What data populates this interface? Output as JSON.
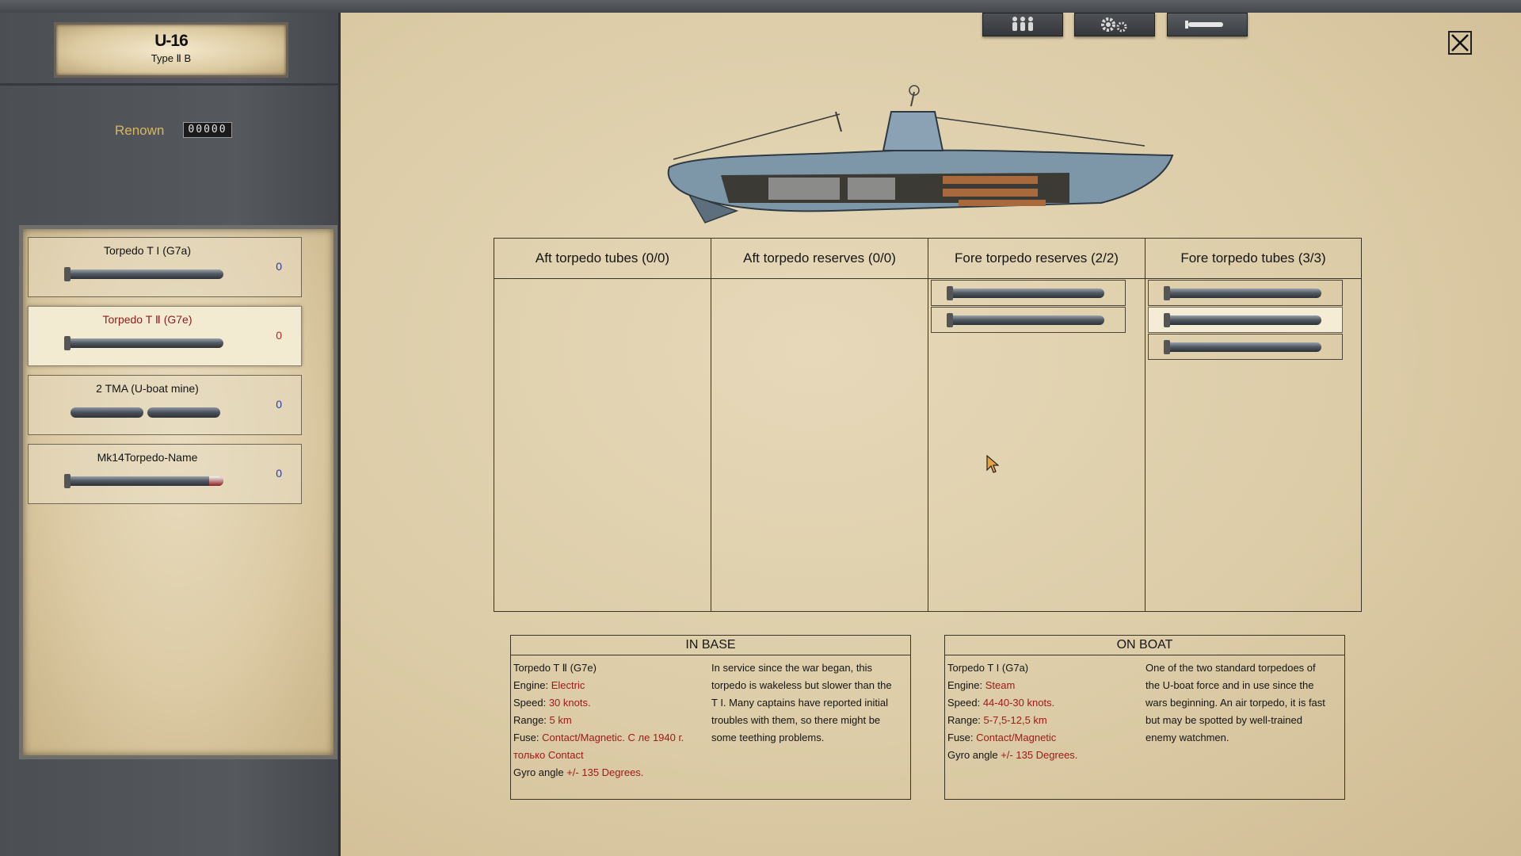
{
  "boat": {
    "name": "U-16",
    "type": "Type Ⅱ B"
  },
  "renown": {
    "label": "Renown",
    "value": "00000"
  },
  "inventory": [
    {
      "name": "Torpedo T I (G7a)",
      "count": "0",
      "graphic": "torpedo"
    },
    {
      "name": "Torpedo T Ⅱ (G7e)",
      "count": "0",
      "graphic": "torpedo",
      "selected": true
    },
    {
      "name": "2 TMA (U-boat mine)",
      "count": "0",
      "graphic": "mine"
    },
    {
      "name": "Mk14Torpedo-Name",
      "count": "0",
      "graphic": "torpedo-red-tip"
    }
  ],
  "tabs": [
    {
      "name": "crew-tab",
      "icon": "crew-icon"
    },
    {
      "name": "modules-tab",
      "icon": "gears-icon"
    },
    {
      "name": "torpedoes-tab",
      "icon": "torpedo-icon",
      "active": true
    }
  ],
  "close_icon": "close-icon",
  "loadout": {
    "columns": [
      {
        "title": "Aft torpedo tubes (0/0)",
        "slots": 0
      },
      {
        "title": "Aft torpedo reserves (0/0)",
        "slots": 0
      },
      {
        "title": "Fore torpedo reserves (2/2)",
        "slots": 2
      },
      {
        "title": "Fore torpedo tubes (3/3)",
        "slots": 3,
        "selected_slot": 1
      }
    ]
  },
  "in_base": {
    "heading": "IN BASE",
    "name": "Torpedo T Ⅱ (G7e)",
    "engine_label": "Engine:",
    "engine": "Electric",
    "speed_label": "Speed:",
    "speed": "30 knots.",
    "range_label": "Range:",
    "range": "5 km",
    "fuse_label": "Fuse:",
    "fuse": "Contact/Magnetic. С ле 1940 г.",
    "fuse_note_prefix": "только",
    "fuse_note": "Contact",
    "gyro_label": "Gyro angle",
    "gyro": "+/- 135 Degrees.",
    "description": "In service since the war began, this torpedo is wakeless but slower than the T I. Many captains have reported initial troubles with them, so there might be some teething problems."
  },
  "on_boat": {
    "heading": "ON BOAT",
    "name": "Torpedo T I (G7a)",
    "engine_label": "Engine:",
    "engine": "Steam",
    "speed_label": "Speed:",
    "speed": "44-40-30 knots.",
    "range_label": "Range:",
    "range": "5-7,5-12,5 km",
    "fuse_label": "Fuse:",
    "fuse": "Contact/Magnetic",
    "gyro_label": "Gyro angle",
    "gyro": "+/- 135 Degrees.",
    "description": "One of the two standard torpedoes of the U-boat force and in use since the wars beginning. An air torpedo, it is fast but may be spotted by well-trained enemy watchmen."
  },
  "colors": {
    "value_red": "#a01a1a",
    "count_blue": "#2a3aa8",
    "renown_gold": "#d9b55e"
  }
}
